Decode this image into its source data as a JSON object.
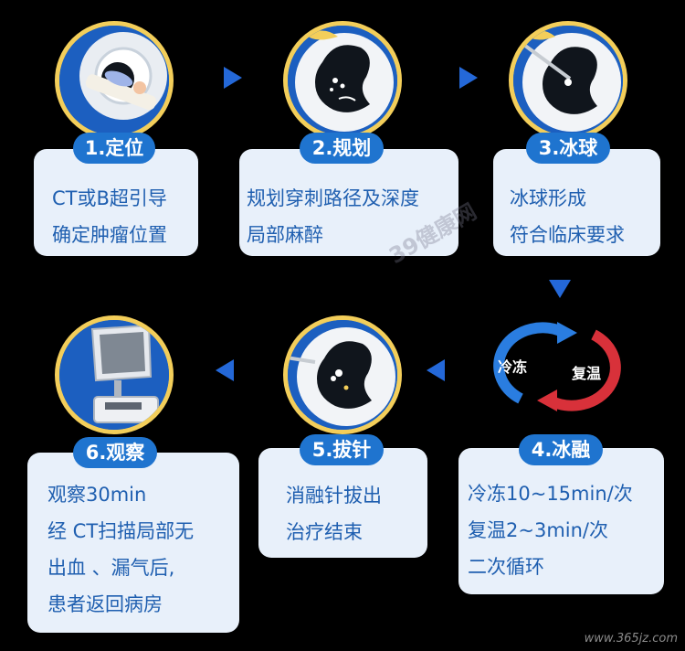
{
  "steps": [
    {
      "label": "1.定位",
      "lines": [
        "CT或B超引导",
        "确定肿瘤位置"
      ],
      "icon": "ct-scanner-icon"
    },
    {
      "label": "2.规划",
      "lines": [
        "规划穿刺路径及深度",
        "局部麻醉"
      ],
      "icon": "lung-scan-icon"
    },
    {
      "label": "3.冰球",
      "lines": [
        "冰球形成",
        "符合临床要求"
      ],
      "icon": "needle-insertion-icon"
    },
    {
      "label": "4.冰融",
      "lines": [
        "冷冻10~15min/次",
        "复温2~3min/次",
        "二次循环"
      ],
      "icon": "freeze-thaw-cycle-icon"
    },
    {
      "label": "5.拔针",
      "lines": [
        "消融针拔出",
        "治疗结束"
      ],
      "icon": "needle-removal-icon"
    },
    {
      "label": "6.观察",
      "lines": [
        "观察30min",
        "经 CT扫描局部无",
        "出血 、漏气后,",
        "患者返回病房"
      ],
      "icon": "monitor-observation-icon"
    }
  ],
  "cycle": {
    "freeze": "冷冻",
    "rewarm": "复温"
  },
  "watermark": {
    "site": "www.365jz.com",
    "brand": "39健康网"
  },
  "colors": {
    "background": "#000000",
    "card": "#e8f0fa",
    "pill": "#1f74cf",
    "text": "#1f5fb0",
    "ring": "#f3ce5a",
    "arrow": "#2468d8",
    "freeze": "#2a7de0",
    "rewarm": "#d8313a"
  }
}
